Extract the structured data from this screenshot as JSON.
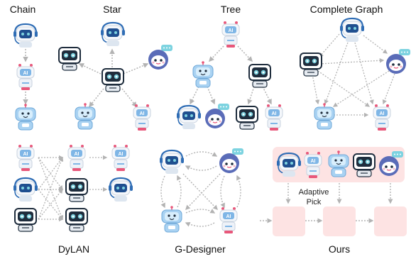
{
  "panels": {
    "chain": "Chain",
    "star": "Star",
    "tree": "Tree",
    "complete": "Complete Graph",
    "dylan": "DyLAN",
    "gdesigner": "G-Designer",
    "ours": "Ours"
  },
  "adaptive_pick": [
    "Adaptive",
    "Pick"
  ],
  "icon_text": "AI",
  "colors": {
    "arrow": "#b3b3b3",
    "ours_pool_bg": "#fde3e3",
    "ours_box_bg": "#fde3e3",
    "robot_blue": "#7fb6e6",
    "robot_dark": "#1f2d3d",
    "robot_white": "#f4f7fb",
    "robot_purple": "#5a6cb8",
    "robot_teal": "#7dd3e0",
    "robot_pink": "#e8577a"
  }
}
